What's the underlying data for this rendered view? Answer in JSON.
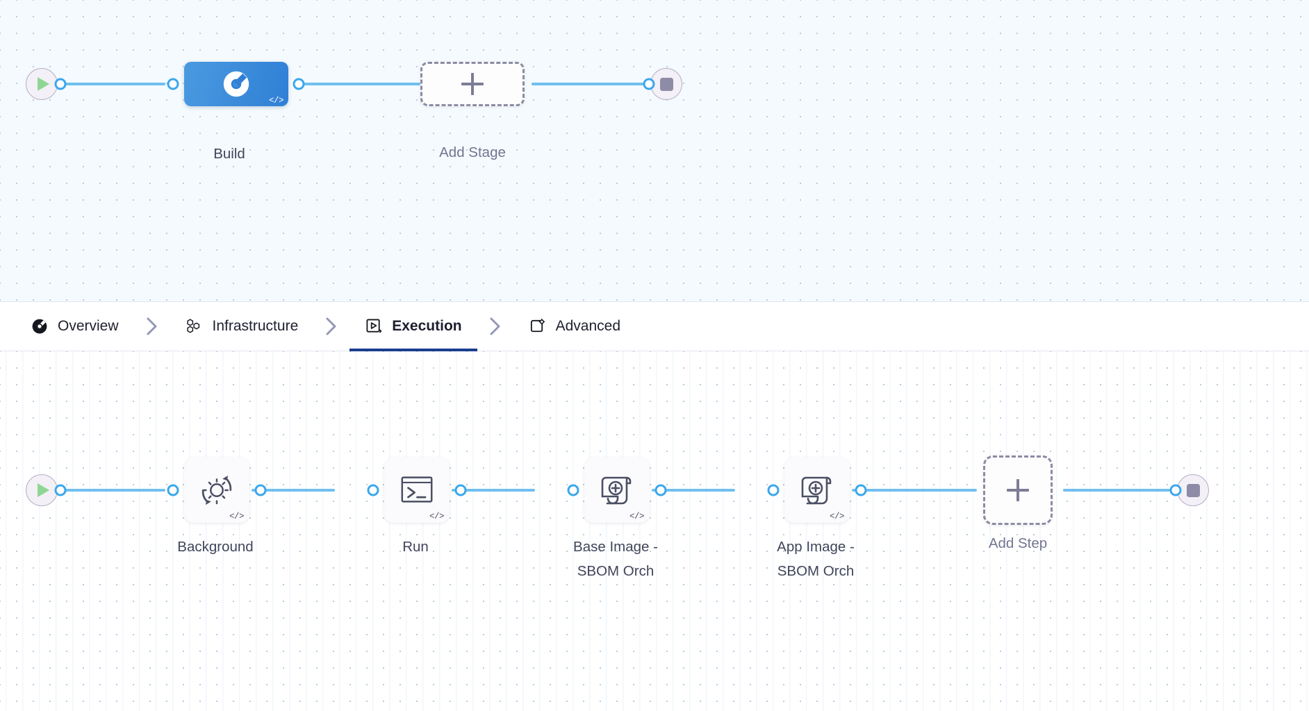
{
  "theme": {
    "wire_color": "#6fc0ef",
    "port_stroke": "#3ba7ec",
    "stage_blue": "#2f7fd6",
    "active_tab_underline": "#1a3d8f",
    "label_text": "#41455a",
    "muted_text": "#737590",
    "start_green": "#8fd694",
    "stop_gray": "#8e8ba6",
    "dashed_border": "#8b8ba3",
    "stage_canvas_bg": "#f4fafd",
    "step_canvas_bg": "#ffffff"
  },
  "stage_row": {
    "start_node": {
      "name": "pipeline-start",
      "icon": "play-icon"
    },
    "end_node": {
      "name": "pipeline-end",
      "icon": "stop-icon"
    },
    "stages": [
      {
        "id": "build",
        "label": "Build",
        "icon": "harness-ci-build-icon",
        "badge": "</>",
        "selected": true
      }
    ],
    "add_stage": {
      "label": "Add Stage",
      "icon": "plus-icon"
    }
  },
  "tabs": {
    "separator_icon": "chevron-right-icon",
    "items": [
      {
        "id": "overview",
        "label": "Overview",
        "icon": "harness-overview-icon",
        "active": false
      },
      {
        "id": "infrastructure",
        "label": "Infrastructure",
        "icon": "hexagon-cluster-icon",
        "active": false
      },
      {
        "id": "execution",
        "label": "Execution",
        "icon": "play-box-icon",
        "active": true
      },
      {
        "id": "advanced",
        "label": "Advanced",
        "icon": "document-gear-icon",
        "active": false
      }
    ]
  },
  "step_row": {
    "start_node": {
      "name": "execution-start",
      "icon": "play-icon"
    },
    "end_node": {
      "name": "execution-end",
      "icon": "stop-icon"
    },
    "steps": [
      {
        "id": "background",
        "label": "Background",
        "icon": "gear-refresh-icon",
        "badge": "</>"
      },
      {
        "id": "run",
        "label": "Run",
        "icon": "terminal-icon",
        "badge": "</>"
      },
      {
        "id": "base-image-sbom",
        "label": "Base Image -\nSBOM Orch",
        "icon": "scroll-plus-icon",
        "badge": "</>"
      },
      {
        "id": "app-image-sbom",
        "label": "App Image -\nSBOM Orch",
        "icon": "scroll-plus-icon",
        "badge": "</>"
      }
    ],
    "add_step": {
      "label": "Add Step",
      "icon": "plus-icon"
    }
  }
}
